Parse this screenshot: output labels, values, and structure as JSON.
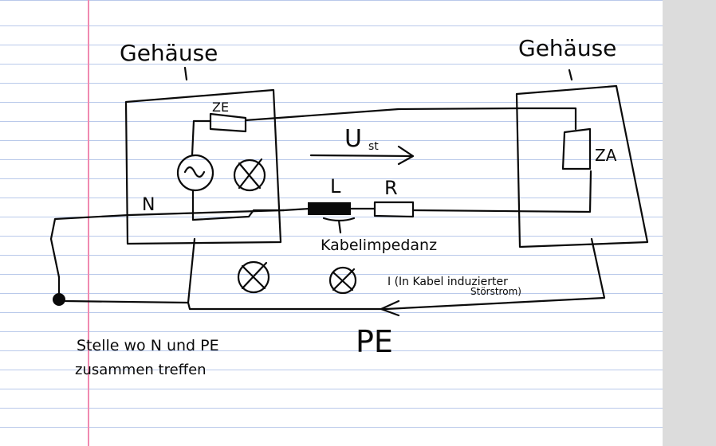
{
  "labels": {
    "housing_left": "Gehäuse",
    "housing_right": "Gehäuse",
    "ze": "ZE",
    "za": "ZA",
    "ust_main": "U",
    "ust_sub": "st",
    "n": "N",
    "l": "L",
    "r": "R",
    "cable_impedance": "Kabelimpedanz",
    "current_note_line1": "I (In Kabel induzierter",
    "current_note_line2": "Störstrom)",
    "pe": "PE",
    "junction_note_line1": "Stelle wo N und PE",
    "junction_note_line2": "zusammen treffen"
  },
  "colors": {
    "ink": "#0a0a0a",
    "notebook_ruling": "#b9c9ea",
    "notebook_margin": "#f08ab0",
    "paper": "#ffffff",
    "gutter": "#dcdcdc"
  }
}
